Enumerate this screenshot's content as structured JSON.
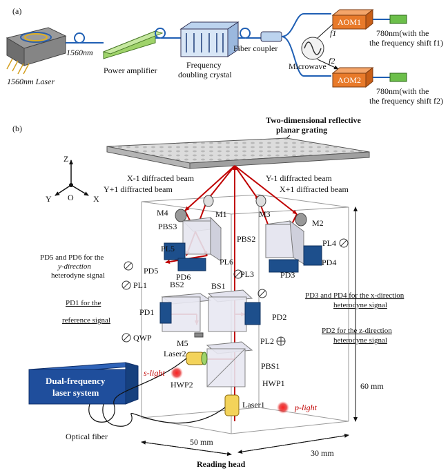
{
  "panel_a": {
    "tag": "(a)",
    "laser_label": "1560nm Laser",
    "fiber_label": "1560nm",
    "amplifier_label": "Power amplifier",
    "crystal_label_1": "Frequency",
    "crystal_label_2": "doubling crystal",
    "coupler_label": "Fiber coupler",
    "microwave_label": "Microwave",
    "aom1_label": "AOM1",
    "aom2_label": "AOM2",
    "f1_label": "f1",
    "f2_label": "f2",
    "out1_line1": "780nm(with the",
    "out1_line2": "the frequency shift f1)",
    "out2_line1": "780nm(with the",
    "out2_line2": "the frequency shift f2)"
  },
  "panel_b": {
    "tag": "(b)",
    "grating_line1": "Two-dimensional reflective",
    "grating_line2": "planar grating",
    "axes": {
      "z": "Z",
      "y": "Y",
      "x": "X",
      "o": "O"
    },
    "beams": {
      "x_minus": "X-1 diffracted beam",
      "y_minus": "Y-1 diffracted beam",
      "y_plus": "Y+1 diffracted beam",
      "x_plus": "X+1 diffracted beam"
    },
    "components": {
      "m1": "M1",
      "m2": "M2",
      "m3": "M3",
      "m4": "M4",
      "m5": "M5",
      "pbs1": "PBS1",
      "pbs2": "PBS2",
      "pbs3": "PBS3",
      "bs1": "BS1",
      "bs2": "BS2",
      "pd1": "PD1",
      "pd2": "PD2",
      "pd3": "PD3",
      "pd4": "PD4",
      "pd5": "PD5",
      "pd6": "PD6",
      "pl1": "PL1",
      "pl2": "PL2",
      "pl3": "PL3",
      "pl4": "PL4",
      "pl5": "PL5",
      "pl6": "PL6",
      "qwp": "QWP",
      "hwp1": "HWP1",
      "hwp2": "HWP2",
      "laser1": "Laser1",
      "laser2": "Laser2"
    },
    "notes": {
      "pd56_line1": "PD5 and PD6 for the",
      "pd56_line2": "y-direction",
      "pd56_line3": "heterodyne signal",
      "pd1_line1": "PD1 for the",
      "pd1_line2": "reference signal",
      "pd34_line1": "PD3 and PD4 for the x-direction",
      "pd34_line2": "heterodyne signal",
      "pd2_line1": "PD2 for the z-direction",
      "pd2_line2": "heterodyne signal"
    },
    "s_light": "s-light",
    "p_light": "p-light",
    "system_line1": "Dual-frequency",
    "system_line2": "laser system",
    "fiber_label": "Optical fiber",
    "dim_height": "60 mm",
    "dim_width": "50 mm",
    "dim_depth": "30 mm",
    "caption": "Reading head"
  },
  "colors": {
    "beam": "#c00000",
    "fiber_blue": "#1f5fb4",
    "aom_orange": "#e87a2a",
    "system_blue": "#1f4e9c",
    "pd_blue": "#1d4f8c",
    "amplifier_green": "#9fd36a",
    "laser_yellow": "#f3d35a"
  }
}
